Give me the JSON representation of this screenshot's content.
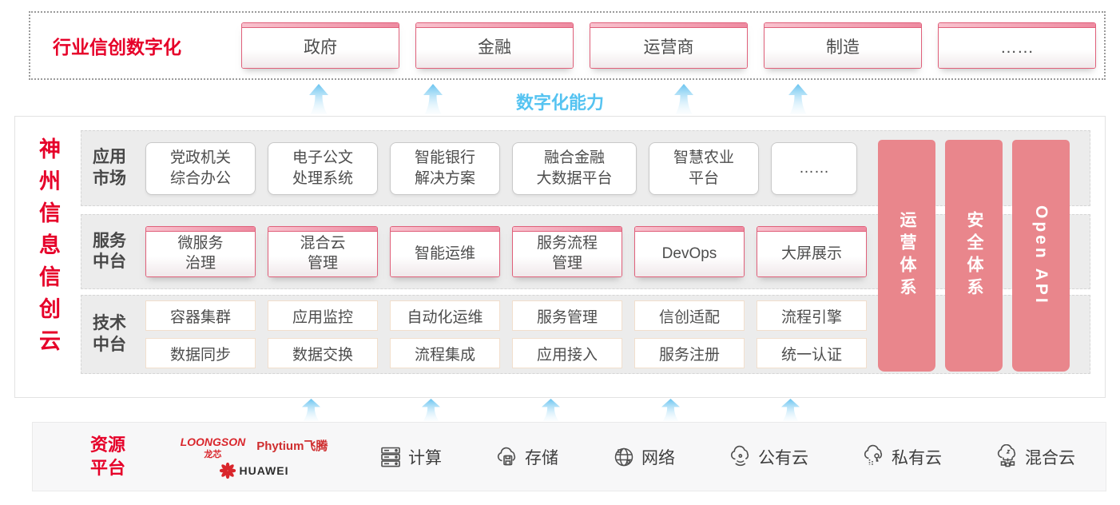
{
  "colors": {
    "accent_red": "#e60029",
    "pink_bar": "#e9868c",
    "pink_border": "#e0607a",
    "blue_capability": "#55c3f1",
    "logo_red": "#d9262c"
  },
  "top": {
    "label": "行业信创数字化",
    "industries": [
      "政府",
      "金融",
      "运营商",
      "制造",
      "……"
    ]
  },
  "capability": {
    "label": "数字化能力"
  },
  "platform": {
    "vertical_title": "神州信息信创云",
    "rows": [
      {
        "label": "应用\n市场",
        "items": [
          "党政机关\n综合办公",
          "电子公文\n处理系统",
          "智能银行\n解决方案",
          "融合金融\n大数据平台",
          "智慧农业\n平台",
          "……"
        ]
      },
      {
        "label": "服务\n中台",
        "items": [
          "微服务\n治理",
          "混合云\n管理",
          "智能运维",
          "服务流程\n管理",
          "DevOps",
          "大屏展示"
        ]
      },
      {
        "label": "技术\n中台",
        "items_row1": [
          "容器集群",
          "应用监控",
          "自动化运维",
          "服务管理",
          "信创适配",
          "流程引擎"
        ],
        "items_row2": [
          "数据同步",
          "数据交换",
          "流程集成",
          "应用接入",
          "服务注册",
          "统一认证"
        ]
      }
    ],
    "side_bars": [
      "运营体系",
      "安全体系",
      "Open API"
    ]
  },
  "resources": {
    "label": "资源\n平台",
    "vendors": {
      "loongson_en": "LOONGSON",
      "loongson_cn": "龙芯",
      "phytium": "Phytium飞腾",
      "huawei": "HUAWEI"
    },
    "items": [
      {
        "icon": "server-icon",
        "label": "计算"
      },
      {
        "icon": "storage-cloud-icon",
        "label": "存储"
      },
      {
        "icon": "network-globe-icon",
        "label": "网络"
      },
      {
        "icon": "public-cloud-icon",
        "label": "公有云"
      },
      {
        "icon": "private-cloud-icon",
        "label": "私有云"
      },
      {
        "icon": "hybrid-cloud-icon",
        "label": "混合云"
      }
    ]
  }
}
